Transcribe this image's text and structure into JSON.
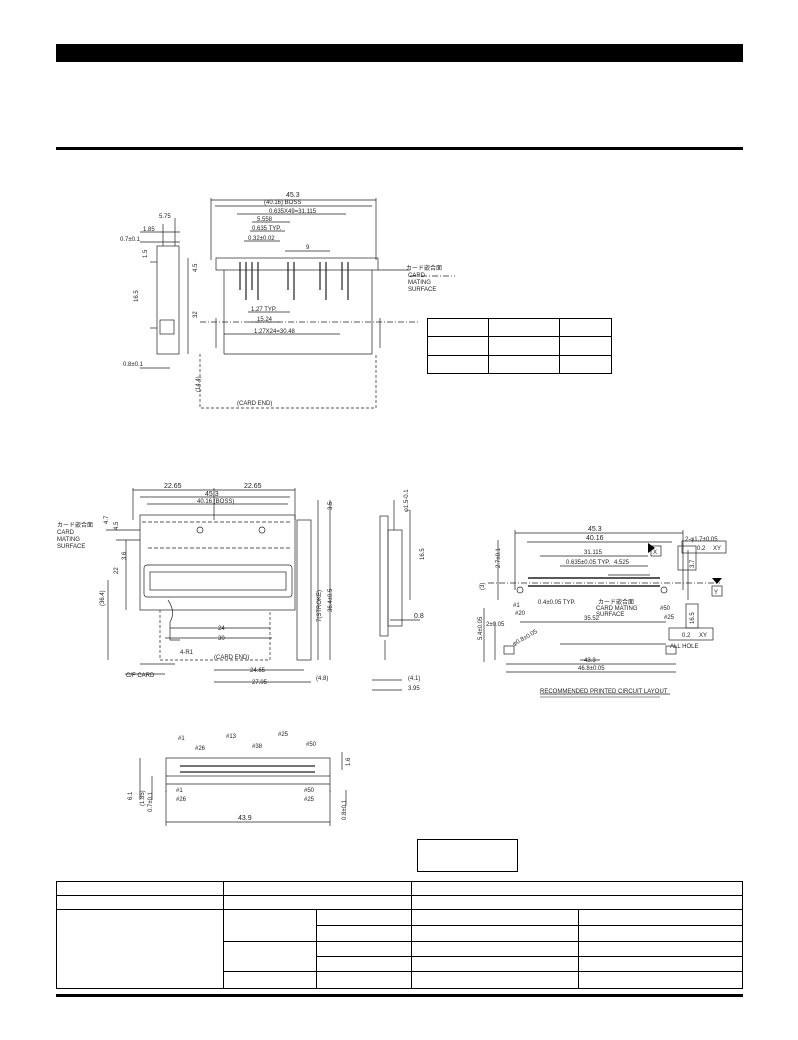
{
  "header": {
    "title": "",
    "subtitle": ""
  },
  "view_top": {
    "dims": {
      "overall": "45.3",
      "pitch_span": "(40.16) BOSS",
      "pitch_formula": "0.635X49=31.115",
      "d5558": "5.558",
      "d0635": "0.635 TYP.",
      "d032": "0.32±0.02",
      "d9": "9",
      "d575": "5.75",
      "d185": "1.85",
      "d07": "0.7±0.1",
      "d15": "1.5",
      "d45": "4.5",
      "d165": "16.5",
      "d32": "32",
      "d08": "0.8±0.1",
      "d144": "(14.4)",
      "d127": "1.27 TYP.",
      "d1524": "15.24",
      "d127x24": "1.27X24=30.48",
      "card_end": "(CARD END)"
    },
    "card_mating": [
      "カード嵌合面",
      "CARD",
      "MATING",
      "SURFACE"
    ]
  },
  "view_mid": {
    "dims": {
      "d2265": "22.65",
      "d2265b": "22.65",
      "d453": "45.3",
      "d4016": "40.16 (BOSS)",
      "d47": "4.7",
      "d45": "4.5",
      "d36": "3.6",
      "d22": "22",
      "d364": "(36.4)",
      "d35": "3.5",
      "stroke": "7(STROKE)",
      "d364b": "36.4±0.5",
      "d24": "24",
      "d30": "30",
      "r1": "4-R1",
      "card_end": "(CARD END)",
      "cf_card": "C/F CARD",
      "d2465": "24.65",
      "d2705": "27.05",
      "d48": "(4.8)"
    },
    "card_mating": [
      "カード嵌合面",
      "CARD",
      "MATING",
      "SURFACE"
    ]
  },
  "view_side": {
    "dims": {
      "d15": "φ1.5-0.1",
      "d165": "16.5",
      "d08": "0.8",
      "d41": "(4.1)",
      "d395": "3.95"
    }
  },
  "pcb": {
    "dims": {
      "d453": "45.3",
      "d4016": "40.16",
      "d2hole": "2-φ1.7±0.05",
      "tol": "0.2",
      "datum_xy": "XY",
      "d31115": "31.115",
      "d0635": "0.635±0.05 TYP.",
      "d4525": "4.525",
      "d27": "2.7±0.1",
      "d3": "(3)",
      "d37": "3.7",
      "d04": "0.4±0.05 TYP.",
      "h1": "#1",
      "h20": "#20",
      "h50": "#50",
      "h25": "#25",
      "d3552": "35.52",
      "d165": "16.5",
      "d54": "5.4±0.05",
      "d2": "2±0.05",
      "d08": "φ0.8±0.05",
      "all_hole": "ALL HOLE",
      "d433": "43.3",
      "d468": "46.8±0.05",
      "datum_x": "X",
      "datum_y": "Y"
    },
    "card_mating": [
      "カード嵌合面",
      "CARD MATING",
      "SURFACE"
    ],
    "caption": "RECOMMENDED PRINTED CIRCUIT LAYOUT"
  },
  "view_bottom": {
    "dims": {
      "p1": "#1",
      "p26": "#26",
      "p13": "#13",
      "p38": "#38",
      "p25": "#25",
      "p50": "#50",
      "p1b": "#1",
      "p26b": "#26",
      "p50b": "#50",
      "p25b": "#25",
      "d61": "6.1",
      "d1": "(1.85)",
      "d07": "0.7±0.1",
      "d439": "43.9",
      "d16": "1.6",
      "d08": "0.8±0.1"
    }
  }
}
